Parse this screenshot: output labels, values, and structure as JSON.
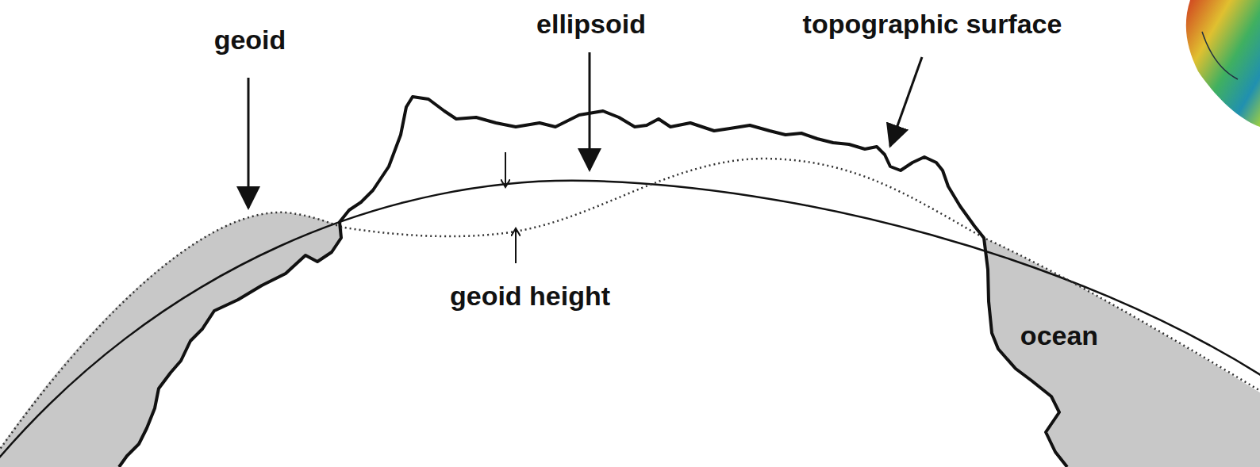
{
  "diagram": {
    "labels": [
      "geoid",
      "ellipsoid",
      "topographic surface",
      "geoid height",
      "ocean"
    ]
  }
}
